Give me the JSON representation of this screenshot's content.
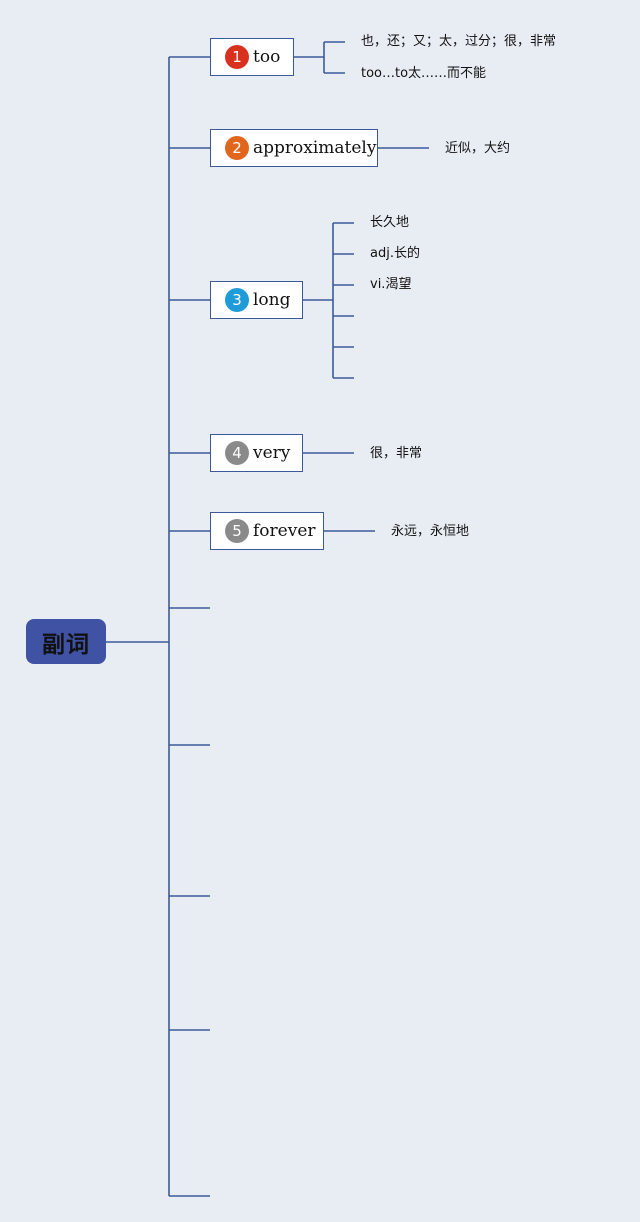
{
  "root": {
    "label": "副词"
  },
  "topics": [
    {
      "number": "1",
      "label": "too",
      "badge_color": "#d8321e",
      "notes": [
        "也，还；又；太，过分；很，非常",
        "too…to太……而不能"
      ]
    },
    {
      "number": "2",
      "label": "approximately",
      "badge_color": "#e0661c",
      "notes": [
        "近似，大约"
      ]
    },
    {
      "number": "3",
      "label": "long",
      "badge_color": "#1f9bd8",
      "notes": [
        "长久地",
        "adj.长的",
        "vi.渴望",
        "",
        "",
        ""
      ]
    },
    {
      "number": "4",
      "label": "very",
      "badge_color": "#8a8a8a",
      "notes": [
        "很，非常"
      ]
    },
    {
      "number": "5",
      "label": "forever",
      "badge_color": "#8a8a8a",
      "notes": [
        "永远，永恒地"
      ]
    }
  ],
  "colors": {
    "line": "#3c5a9a",
    "root_fill": "#3f52a3",
    "background": "#e8edf4"
  }
}
